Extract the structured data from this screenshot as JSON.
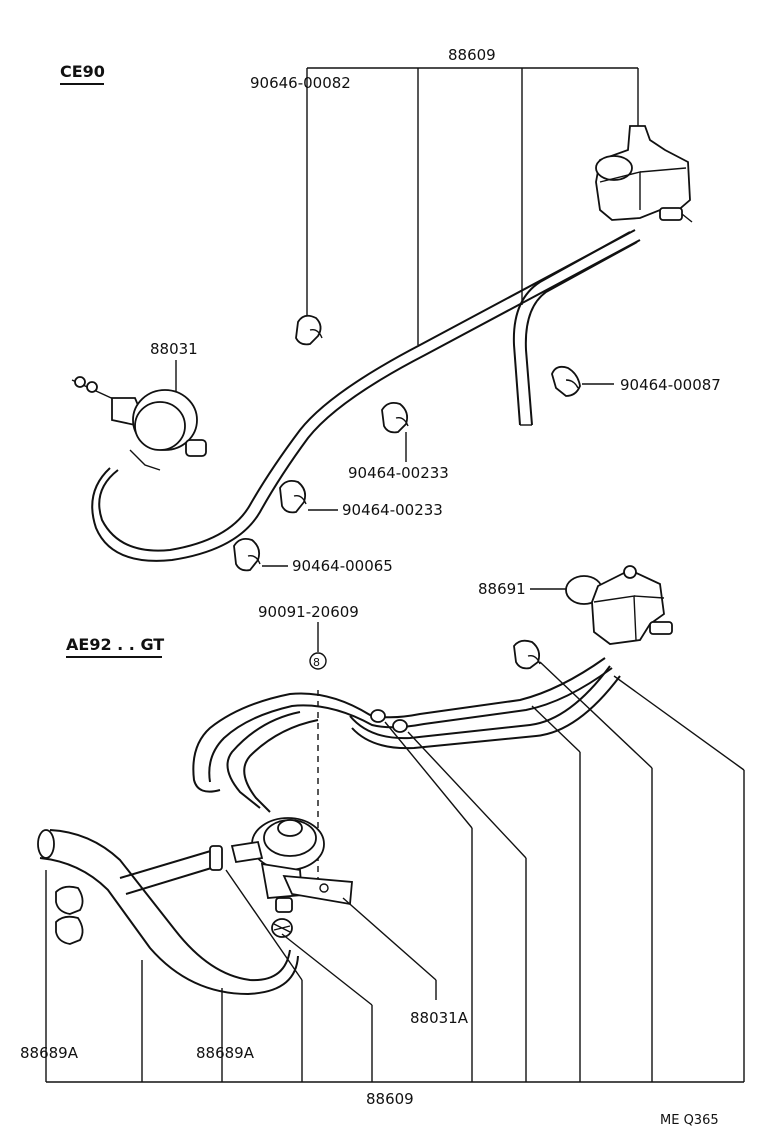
{
  "sections": {
    "top": "CE90",
    "bottom": "AE92 . . GT"
  },
  "labels": {
    "top_hose_group": "88609",
    "clip_00082": "90646-00082",
    "vsv_top": "88031",
    "clip_00087": "90464-00087",
    "clip_00233_a": "90464-00233",
    "clip_00233_b": "90464-00233",
    "clip_00065": "90464-00065",
    "vsv_bottom": "88691",
    "bolt": "90091-20609",
    "bolt_ref": "8",
    "valve_bottom": "88031A",
    "hose_left": "88689A",
    "hose_mid": "88689A",
    "bottom_hose_group": "88609"
  },
  "footer": "ME  Q365"
}
